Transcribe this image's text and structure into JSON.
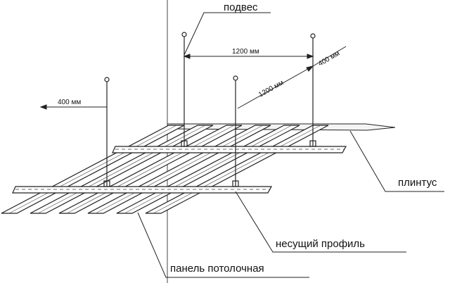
{
  "labels": {
    "hanger": "подвес",
    "baseboard": "плинтус",
    "carrier_profile": "несущий профиль",
    "ceiling_panel": "панель потолочная"
  },
  "dimensions": {
    "hanger_spacing_x": "1200 мм",
    "hanger_spacing_depth": "1200 мм",
    "edge_offset_right": "400 мм",
    "edge_offset_left": "400 мм"
  }
}
